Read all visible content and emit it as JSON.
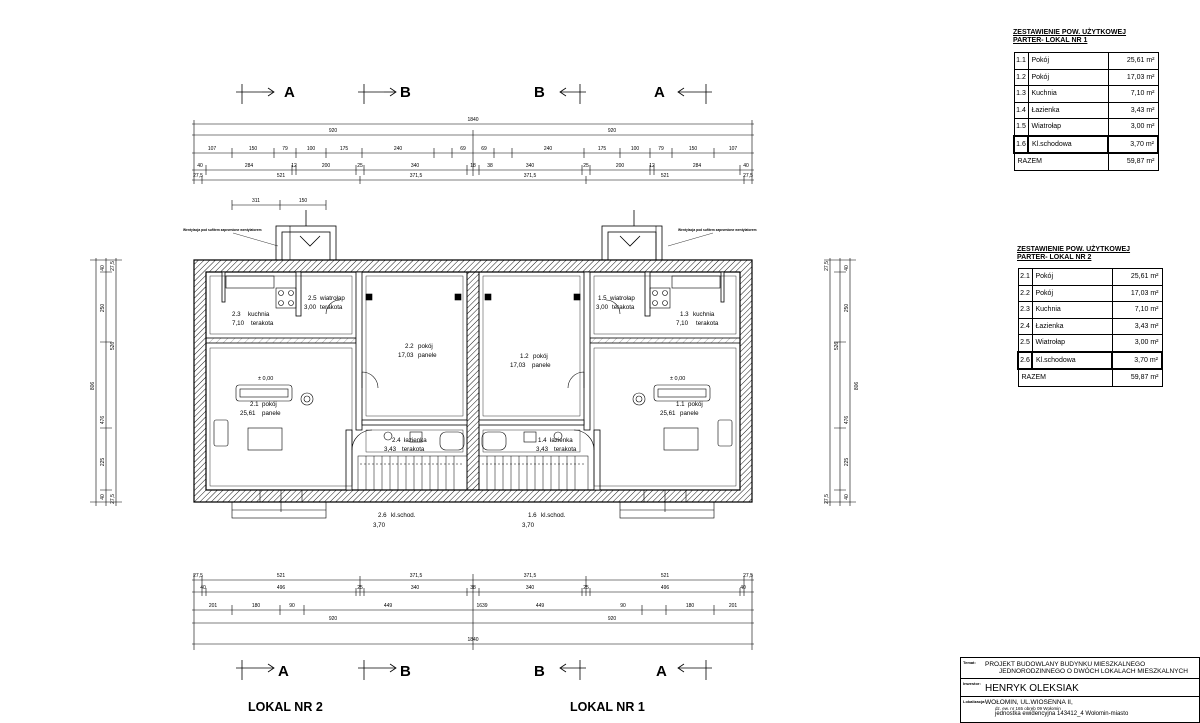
{
  "sections": {
    "left": [
      "A",
      "B"
    ],
    "right": [
      "B",
      "A"
    ]
  },
  "dims_top": {
    "total": "1840",
    "halves": [
      "920",
      "920"
    ],
    "row3": [
      "107",
      "150",
      "79",
      "100",
      "175",
      "240",
      "69",
      "69",
      "240",
      "175",
      "100",
      "79",
      "150",
      "107"
    ],
    "row4": [
      "40",
      "284",
      "12",
      "200",
      "25",
      "340",
      "18",
      "38",
      "340",
      "25",
      "200",
      "12",
      "284",
      "40"
    ],
    "row5": [
      "27,5",
      "521",
      "371,5",
      "371,5",
      "521",
      "27,5"
    ],
    "stairs_width": [
      "311",
      "150"
    ]
  },
  "dims_bottom": {
    "row1": [
      "27,5",
      "521",
      "371,5",
      "371,5",
      "521",
      "27,5"
    ],
    "row2": [
      "40",
      "496",
      "25",
      "340",
      "38",
      "340",
      "25",
      "496",
      "40"
    ],
    "row3": [
      "201",
      "180",
      "90",
      "449",
      "1639",
      "449",
      "90",
      "180",
      "201"
    ],
    "halves": [
      "920",
      "920"
    ],
    "total": "1840"
  },
  "dims_side": {
    "total": "806",
    "segments": [
      "40",
      "250",
      "526",
      "476",
      "225",
      "40"
    ],
    "edge": [
      "27,5",
      "27,5"
    ]
  },
  "notes": {
    "vent": "Wentylacja pod sufitem zapewnione wentylatorem"
  },
  "rooms": [
    {
      "no": "2.3",
      "name": "kuchnia",
      "area": "7,10",
      "floor": "terakota"
    },
    {
      "no": "2.5",
      "name": "wiatrołap",
      "area": "3,00",
      "floor": "terakota"
    },
    {
      "no": "2.2",
      "name": "pokój",
      "area": "17,03",
      "floor": "panele"
    },
    {
      "no": "2.1",
      "name": "pokój",
      "area": "25,61",
      "floor": "panele"
    },
    {
      "no": "2.4",
      "name": "łazienka",
      "area": "3,43",
      "floor": "terakota"
    },
    {
      "no": "2.6",
      "name": "kl.schod.",
      "area": "3,70",
      "floor": ""
    },
    {
      "no": "1.2",
      "name": "pokój",
      "area": "17,03",
      "floor": "panele"
    },
    {
      "no": "1.5",
      "name": "wiatrołap",
      "area": "3,00",
      "floor": "terakota"
    },
    {
      "no": "1.3",
      "name": "kuchnia",
      "area": "7,10",
      "floor": "terakota"
    },
    {
      "no": "1.1",
      "name": "pokój",
      "area": "25,61",
      "floor": "panele"
    },
    {
      "no": "1.4",
      "name": "łazienka",
      "area": "3,43",
      "floor": "terakota"
    },
    {
      "no": "1.6",
      "name": "kl.schod.",
      "area": "3,70",
      "floor": ""
    }
  ],
  "level_mark": "± 0,00",
  "unit_labels": {
    "left": "LOKAL NR 2",
    "right": "LOKAL NR 1"
  },
  "table1": {
    "title_line1": "ZESTAWIENIE POW. UŻYTKOWEJ",
    "title_line2": "PARTER- LOKAL NR 1",
    "rows": [
      {
        "no": "1.1",
        "name": "Pokój",
        "area": "25,61 m²"
      },
      {
        "no": "1.2",
        "name": "Pokój",
        "area": "17,03 m²"
      },
      {
        "no": "1.3",
        "name": "Kuchnia",
        "area": "7,10 m²"
      },
      {
        "no": "1.4",
        "name": "Łazienka",
        "area": "3,43 m²"
      },
      {
        "no": "1.5",
        "name": "Wiatrołap",
        "area": "3,00 m²"
      },
      {
        "no": "1.6",
        "name": "Kl.schodowa",
        "area": "3,70 m²"
      }
    ],
    "total_label": "RAZEM",
    "total_value": "59,87 m²"
  },
  "table2": {
    "title_line1": "ZESTAWIENIE POW. UŻYTKOWEJ",
    "title_line2": "PARTER- LOKAL NR 2",
    "rows": [
      {
        "no": "2.1",
        "name": "Pokój",
        "area": "25,61 m²"
      },
      {
        "no": "2.2",
        "name": "Pokój",
        "area": "17,03 m²"
      },
      {
        "no": "2.3",
        "name": "Kuchnia",
        "area": "7,10 m²"
      },
      {
        "no": "2.4",
        "name": "Łazienka",
        "area": "3,43 m²"
      },
      {
        "no": "2.5",
        "name": "Wiatrołap",
        "area": "3,00 m²"
      },
      {
        "no": "2.6",
        "name": "Kl.schodowa",
        "area": "3,70 m²"
      }
    ],
    "total_label": "RAZEM",
    "total_value": "59,87 m²"
  },
  "stamp": {
    "temat_label": "Temat:",
    "temat_line1": "PROJEKT BUDOWLANY BUDYNKU MIESZKALNEGO",
    "temat_line2": "JEDNORODZINNEGO O DWÓCH LOKALACH MIESZKALNYCH",
    "inwestor_label": "Inwestor:",
    "inwestor": "HENRYK OLEKSIAK",
    "lokalizacja_label": "Lokalizacja:",
    "lok_line1": "WOŁOMIN, UL.WIOSENNA II,",
    "lok_line2": "dz. ew. nr 165 obręb 09 Wołomin",
    "lok_line3": "jednostka ewidencyjna 143412_4 Wołomin-miasto"
  }
}
